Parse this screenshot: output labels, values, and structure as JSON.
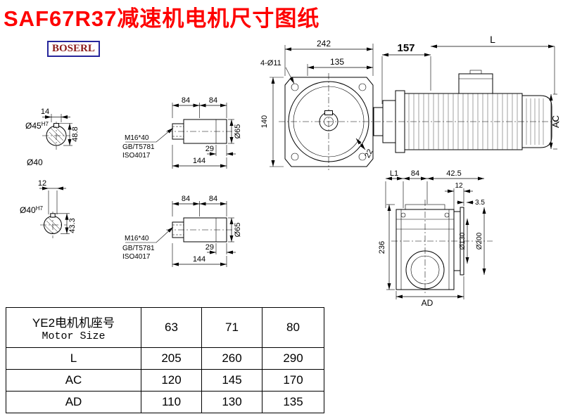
{
  "page": {
    "title": "SAF67R37减速机电机尺寸图纸",
    "logo": "BOSERL"
  },
  "shaft_end_top": {
    "key_width": "14",
    "dia": "Ø45",
    "tol": "H7",
    "key_height": "48.8",
    "dia2": "Ø40"
  },
  "shaft_end_bottom": {
    "key_width": "12",
    "dia": "Ø40",
    "tol": "H7",
    "key_height": "43.3"
  },
  "shaft_side": {
    "len1": "84",
    "len2": "84",
    "thread_len": "29",
    "total_len": "144",
    "dia": "Ø65",
    "thread": "M16*40",
    "std1": "GB/T5781",
    "std2": "ISO4017"
  },
  "front_view": {
    "width": "242",
    "holes": "4-Ø11",
    "bolt_span": "135",
    "gear_len": "157",
    "motor_len": "L",
    "height": "140",
    "shaft_key": "22",
    "motor_dia": "AC"
  },
  "side_view": {
    "l1": "L1",
    "mid": "84",
    "end": "42.5",
    "flange_t": "12",
    "spigot_t": "3.5",
    "height": "236",
    "spigot_dia": "Ø130",
    "flange_dia": "Ø200",
    "width_ad": "AD"
  },
  "table": {
    "header_cn": "YE2电机机座号",
    "header_en": "Motor Size",
    "columns": [
      "63",
      "71",
      "80"
    ],
    "rows": [
      {
        "label": "L",
        "values": [
          "205",
          "260",
          "290"
        ]
      },
      {
        "label": "AC",
        "values": [
          "120",
          "145",
          "170"
        ]
      },
      {
        "label": "AD",
        "values": [
          "110",
          "130",
          "135"
        ]
      }
    ]
  }
}
